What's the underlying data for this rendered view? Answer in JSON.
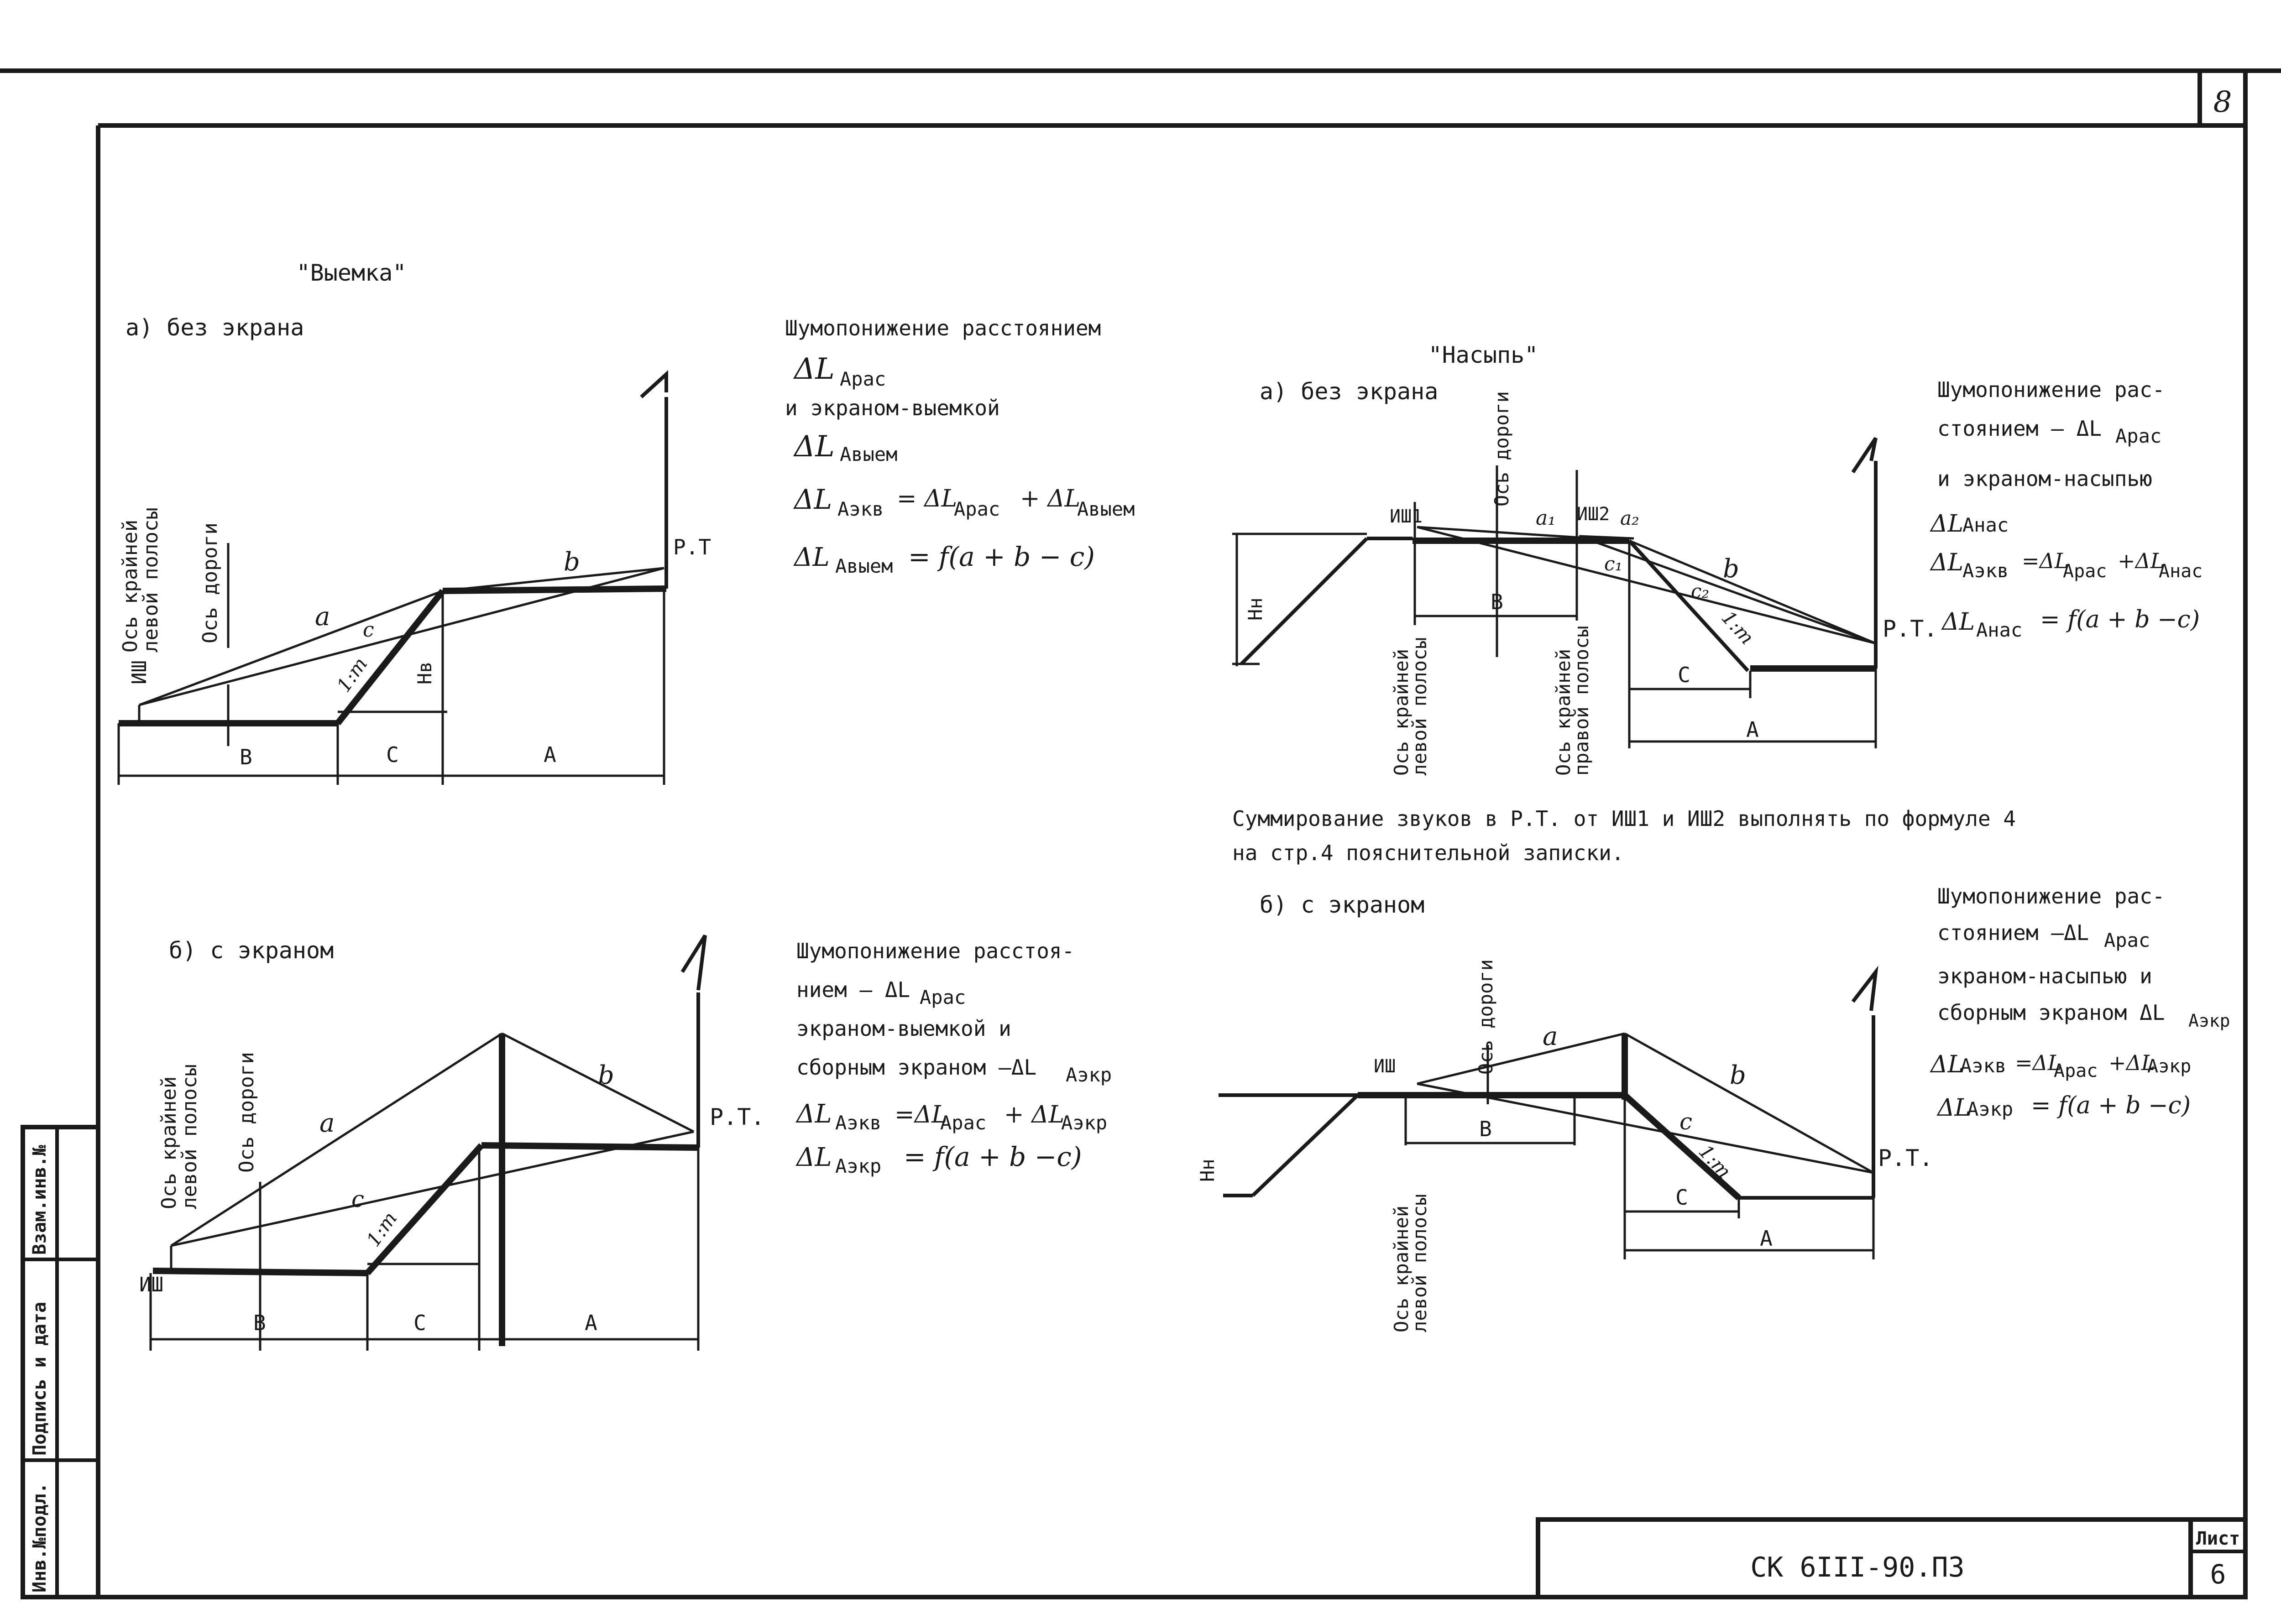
{
  "page_number": "8",
  "sheet_label": "Лист",
  "sheet_number": "6",
  "doc_code": "СК 6III-90.ПЗ",
  "side_stamp": [
    "Инв.№подл.",
    "Подпись и дата",
    "Взам.инв.№"
  ],
  "vyemka": {
    "title": "\"Выемка\"",
    "a": {
      "heading": "а) без экрана",
      "labels": {
        "source": "ИШ",
        "axis_left": [
          "Ось крайней",
          "левой полосы"
        ],
        "axis_road": "Ось дороги",
        "receiver": "Р.Т",
        "seg_a": "a",
        "seg_b": "b",
        "seg_c": "c",
        "slope": "1:m",
        "height": "Hв",
        "dim_B": "В",
        "dim_C": "С",
        "dim_A": "А"
      },
      "text": [
        "Шумопонижение расстоянием",
        "ΔL",
        "Арас",
        "и экраном-выемкой",
        "ΔL",
        "Авыем",
        "ΔL",
        "Аэкв",
        "= ΔL",
        "Арас",
        "+ ΔL",
        "Авыем",
        "ΔL",
        "Авыем",
        "= f(a + b − c)"
      ]
    },
    "b": {
      "heading": "б) с экраном",
      "labels": {
        "source": "ИШ",
        "axis_left": [
          "Ось крайней",
          "левой полосы"
        ],
        "axis_road": "Ось дороги",
        "receiver": "Р.Т.",
        "seg_a": "a",
        "seg_b": "b",
        "seg_c": "c",
        "slope": "1:m",
        "dim_B": "В",
        "dim_C": "С",
        "dim_A": "А"
      },
      "text": [
        "Шумопонижение расстоя-",
        "нием – ΔL",
        "Арас",
        "экраном-выемкой и",
        "сборным экраном –ΔL",
        "Аэкр",
        "ΔL",
        "Аэкв",
        "=ΔL",
        "Арас",
        "+ ΔL",
        "Аэкр",
        "ΔL",
        "Аэкр",
        "= f(a + b −c)"
      ]
    }
  },
  "nasyp": {
    "title": "\"Насыпь\"",
    "a": {
      "heading": "а) без экрана",
      "labels": {
        "source1": "ИШ1",
        "source2": "ИШ2",
        "axis_road": "Ось дороги",
        "axis_left": [
          "Ось крайней",
          "левой полосы"
        ],
        "axis_right": [
          "Ось крайней",
          "правой полосы"
        ],
        "receiver": "Р.Т.",
        "seg_a1": "a₁",
        "seg_a2": "a₂",
        "seg_c1": "c₁",
        "seg_c2": "c₂",
        "seg_b": "b",
        "slope": "1:m",
        "height": "Hн",
        "dim_B": "В",
        "dim_C": "С",
        "dim_A": "А"
      },
      "text": [
        "Шумопонижение рас-",
        "стоянием – ΔL",
        "Арас",
        "и экраном-насыпью",
        "ΔL",
        "Анас",
        "ΔL",
        "Аэкв",
        "=ΔL",
        "Арас",
        "+ΔL",
        "Анас",
        "ΔL",
        "Анас",
        "= f(a + b −c)"
      ]
    },
    "note": [
      "Суммирование звуков в Р.Т. от ИШ1 и ИШ2 выполнять по формуле 4",
      "на стр.4 пояснительной записки."
    ],
    "b": {
      "heading": "б) с экраном",
      "labels": {
        "source": "ИШ",
        "axis_road": "Ось дороги",
        "axis_left": [
          "Ось крайней",
          "левой полосы"
        ],
        "receiver": "Р.Т.",
        "seg_a": "a",
        "seg_b": "b",
        "seg_c": "c",
        "slope": "1:m",
        "height": "Hн",
        "dim_B": "В",
        "dim_C": "С",
        "dim_A": "А"
      },
      "text": [
        "Шумопонижение рас-",
        "стоянием –ΔL",
        "Арас",
        "экраном-насыпью и",
        "сборным экраном ΔL",
        "Аэкр",
        "ΔL",
        "Аэкв",
        "=ΔL",
        "Арас",
        "+ΔL",
        "Аэкр",
        "ΔL",
        "Аэкр",
        "= f(a + b −c)"
      ]
    }
  }
}
